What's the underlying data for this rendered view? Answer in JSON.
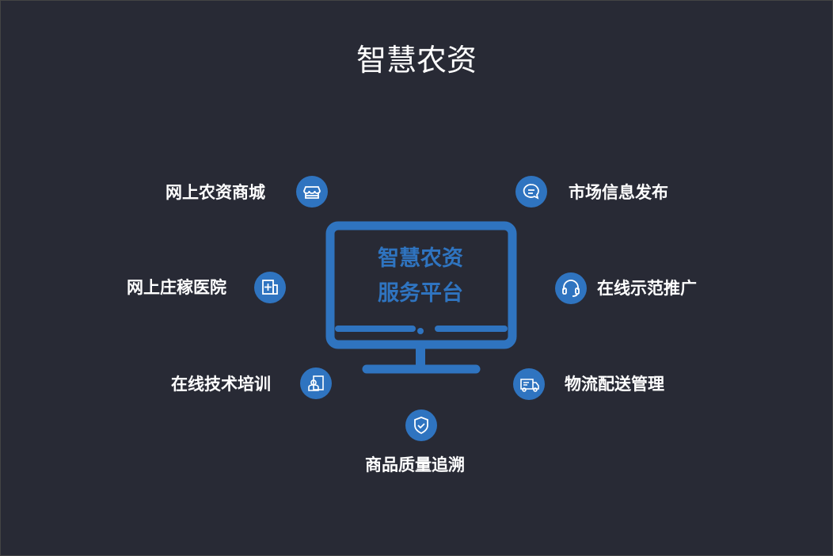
{
  "title": "智慧农资",
  "center": {
    "line1": "智慧农资",
    "line2": "服务平台"
  },
  "features": [
    {
      "label": "网上农资商城",
      "icon": "store-icon"
    },
    {
      "label": "网上庄稼医院",
      "icon": "medical-icon"
    },
    {
      "label": "在线技术培训",
      "icon": "training-icon"
    },
    {
      "label": "市场信息发布",
      "icon": "chat-icon"
    },
    {
      "label": "在线示范推广",
      "icon": "headset-icon"
    },
    {
      "label": "物流配送管理",
      "icon": "truck-icon"
    },
    {
      "label": "商品质量追溯",
      "icon": "shield-check-icon"
    }
  ],
  "colors": {
    "background": "#282a35",
    "accent": "#2f74c0"
  }
}
